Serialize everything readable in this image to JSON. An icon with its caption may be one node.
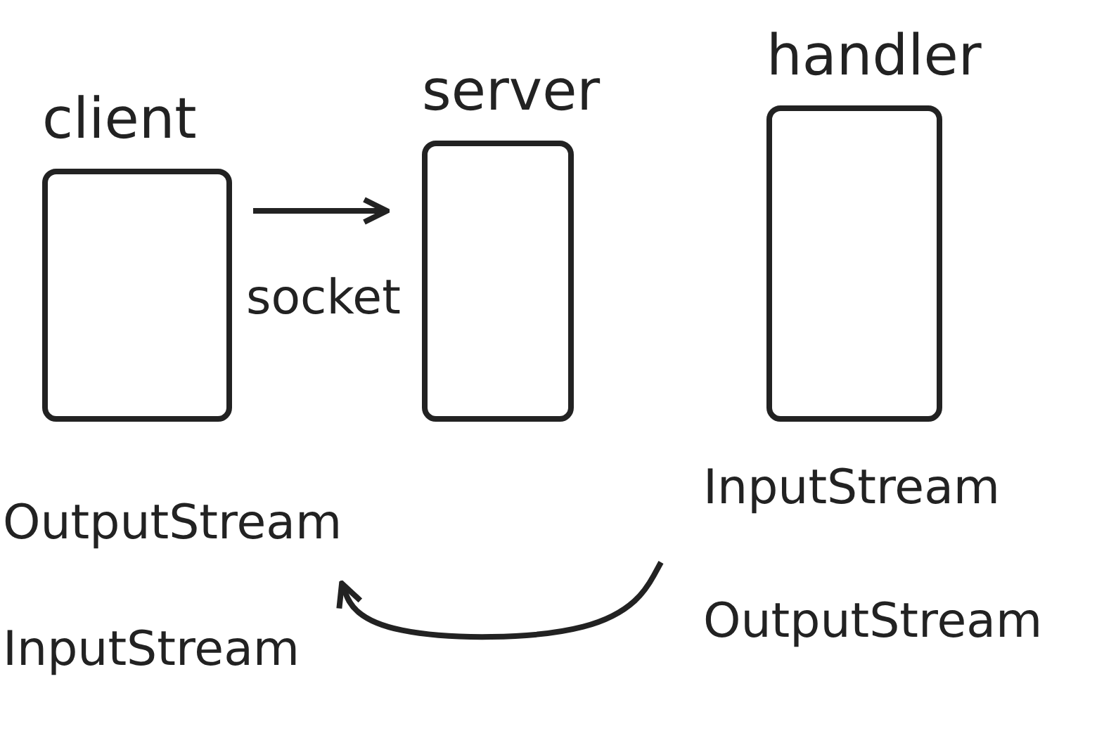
{
  "diagram": {
    "nodes": [
      {
        "text": [
          "client"
        ]
      },
      {
        "text": [
          "server"
        ]
      },
      {
        "text": [
          "handler"
        ]
      },
      {
        "text": [
          "InputStream"
        ]
      },
      {
        "text": [
          "OutputStream"
        ]
      }
    ],
    "edges": [
      {
        "from": 0,
        "to": 1,
        "arrow": "to",
        "label": "socket"
      },
      {
        "from": 4,
        "to": 3,
        "arrow": "to"
      }
    ],
    "labels": [
      "OutputStream",
      "InputStream"
    ]
  }
}
